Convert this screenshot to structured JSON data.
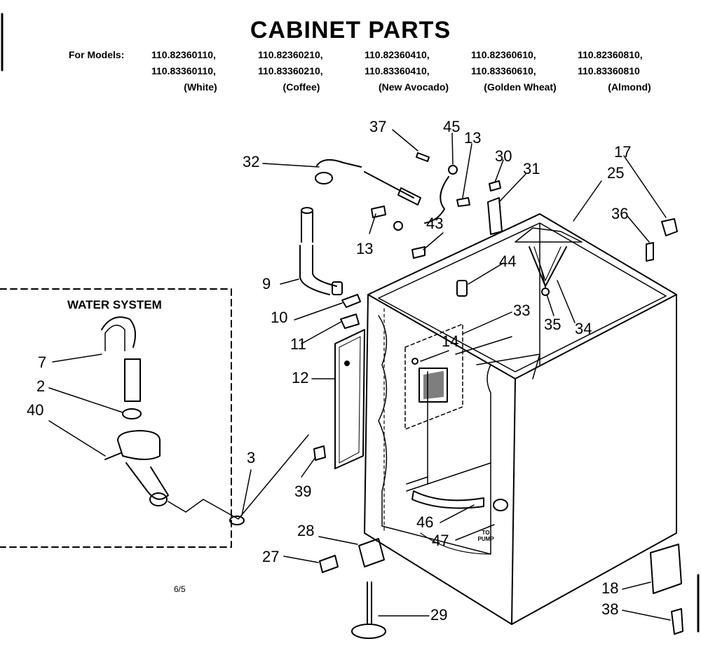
{
  "title": "CABINET PARTS",
  "models_label": "For Models:",
  "model_rows": [
    [
      "110.82360110,",
      "110.82360210,",
      "110.82360410,",
      "110.82360610,",
      "110.82360810,"
    ],
    [
      "110.83360110,",
      "110.83360210,",
      "110.83360410,",
      "110.83360610,",
      "110.83360810"
    ]
  ],
  "colors": [
    "(White)",
    "(Coffee)",
    "(New Avocado)",
    "(Golden Wheat)",
    "(Almond)"
  ],
  "water_system_title": "WATER SYSTEM",
  "page_number": "6/5",
  "to_pump": "TO PUMP",
  "callouts": {
    "c37": "37",
    "c45": "45",
    "c13a": "13",
    "c30": "30",
    "c31": "31",
    "c32": "32",
    "c17": "17",
    "c25": "25",
    "c36": "36",
    "c13b": "13",
    "c43": "43",
    "c9": "9",
    "c44": "44",
    "c33": "33",
    "c10": "10",
    "c35": "35",
    "c34": "34",
    "c11": "11",
    "c14": "14",
    "c12": "12",
    "c7": "7",
    "c2": "2",
    "c40": "40",
    "c3": "3",
    "c39": "39",
    "c46": "46",
    "c47": "47",
    "c28": "28",
    "c27": "27",
    "c29": "29",
    "c18": "18",
    "c38": "38"
  }
}
